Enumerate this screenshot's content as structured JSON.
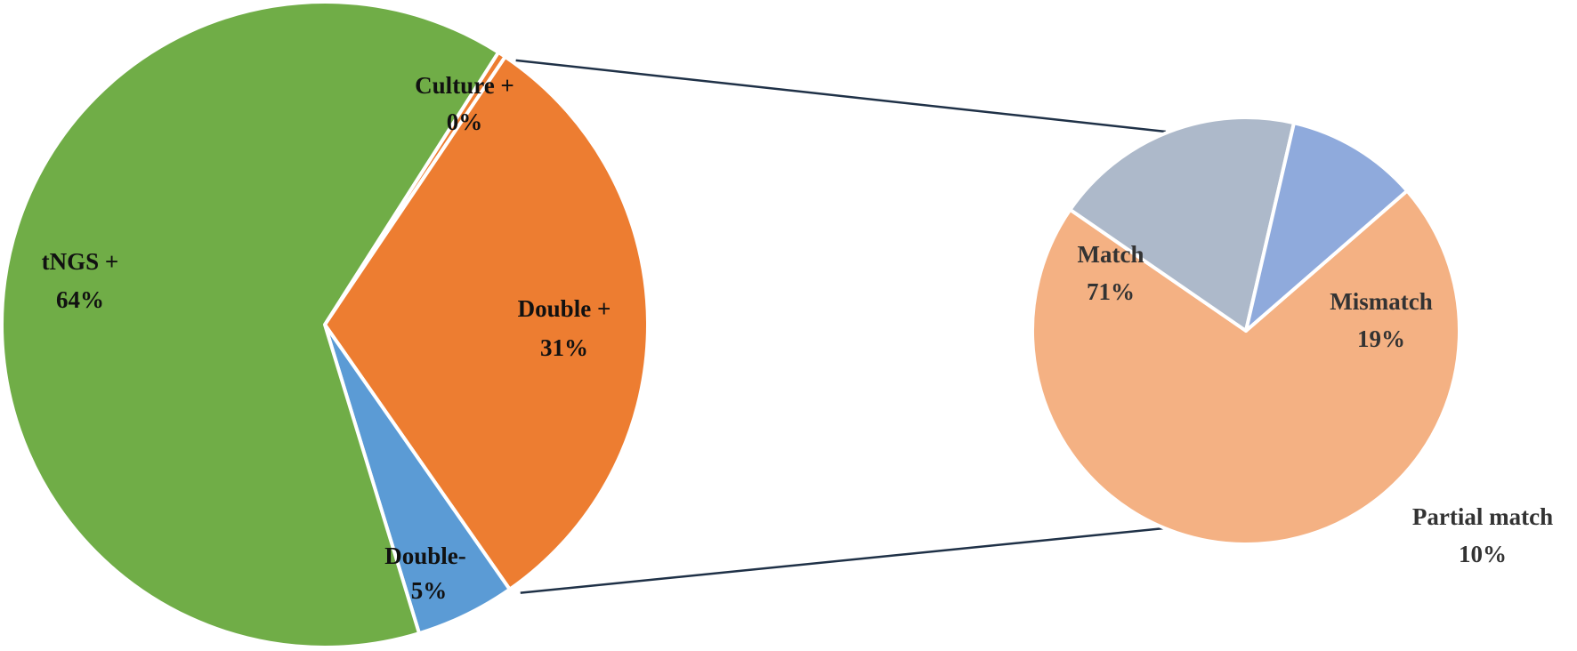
{
  "chart_data": [
    {
      "type": "pie",
      "title": "",
      "slices": [
        {
          "label": "Culture +",
          "value_label": "0%",
          "value": 0.4,
          "color": "#ed7d31"
        },
        {
          "label": "Double +",
          "value_label": "31%",
          "value": 31,
          "color": "#ed7d31"
        },
        {
          "label": "Double-",
          "value_label": "5%",
          "value": 5,
          "color": "#5b9bd5"
        },
        {
          "label": "tNGS +",
          "value_label": "64%",
          "value": 64,
          "color": "#70ad47"
        }
      ]
    },
    {
      "type": "pie",
      "title": "",
      "detail_of": "Double +",
      "slices": [
        {
          "label": "Match",
          "value_label": "71%",
          "value": 71,
          "color": "#f4b183"
        },
        {
          "label": "Mismatch",
          "value_label": "19%",
          "value": 19,
          "color": "#adb9ca"
        },
        {
          "label": "Partial match",
          "value_label": "10%",
          "value": 10,
          "color": "#8faadc"
        }
      ]
    }
  ]
}
